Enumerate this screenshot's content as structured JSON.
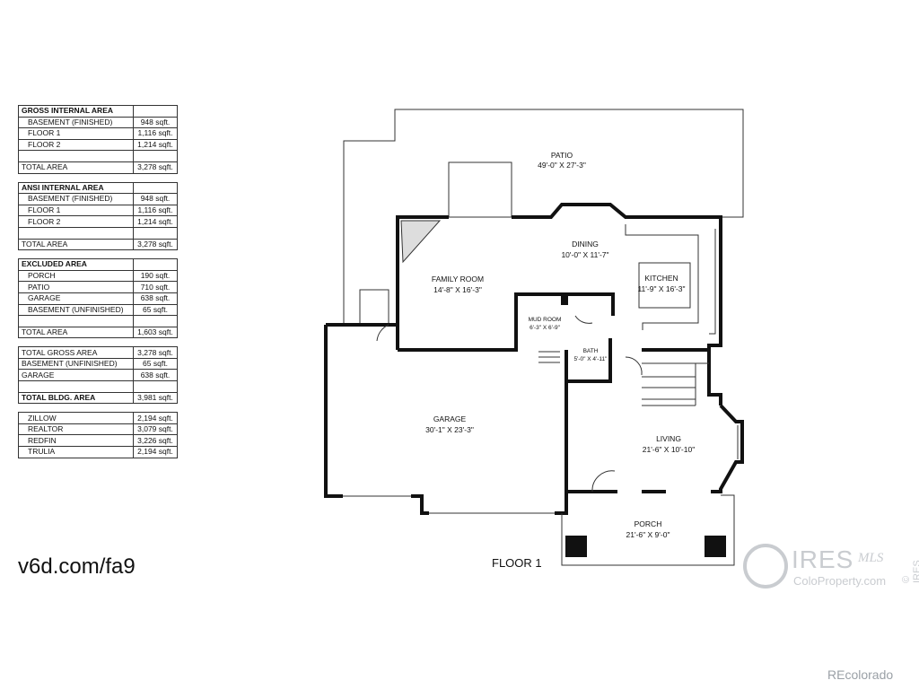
{
  "area_tables": {
    "gross": {
      "title": "GROSS INTERNAL AREA",
      "rows": [
        {
          "label": "BASEMENT (FINISHED)",
          "value": "948 sqft."
        },
        {
          "label": "FLOOR 1",
          "value": "1,116 sqft."
        },
        {
          "label": "FLOOR 2",
          "value": "1,214 sqft."
        }
      ],
      "total_label": "TOTAL AREA",
      "total_value": "3,278 sqft."
    },
    "ansi": {
      "title": "ANSI INTERNAL AREA",
      "rows": [
        {
          "label": "BASEMENT (FINISHED)",
          "value": "948 sqft."
        },
        {
          "label": "FLOOR 1",
          "value": "1,116 sqft."
        },
        {
          "label": "FLOOR 2",
          "value": "1,214 sqft."
        }
      ],
      "total_label": "TOTAL AREA",
      "total_value": "3,278 sqft."
    },
    "excluded": {
      "title": "EXCLUDED AREA",
      "rows": [
        {
          "label": "PORCH",
          "value": "190 sqft."
        },
        {
          "label": "PATIO",
          "value": "710 sqft."
        },
        {
          "label": "GARAGE",
          "value": "638 sqft."
        },
        {
          "label": "BASEMENT (UNFINISHED)",
          "value": "65 sqft."
        }
      ],
      "total_label": "TOTAL AREA",
      "total_value": "1,603 sqft."
    },
    "summary": {
      "rows": [
        {
          "label": "TOTAL GROSS AREA",
          "value": "3,278 sqft."
        },
        {
          "label": "BASEMENT (UNFINISHED)",
          "value": "65 sqft."
        },
        {
          "label": "GARAGE",
          "value": "638 sqft."
        }
      ],
      "total_label": "TOTAL BLDG. AREA",
      "total_value": "3,981 sqft."
    },
    "sites": {
      "rows": [
        {
          "label": "ZILLOW",
          "value": "2,194 sqft."
        },
        {
          "label": "REALTOR",
          "value": "3,079 sqft."
        },
        {
          "label": "REDFIN",
          "value": "3,226 sqft."
        },
        {
          "label": "TRULIA",
          "value": "2,194 sqft."
        }
      ]
    }
  },
  "rooms": {
    "patio": {
      "name": "PATIO",
      "dims": "49'-0\" X 27'-3\""
    },
    "dining": {
      "name": "DINING",
      "dims": "10'-0\" X 11'-7\""
    },
    "family": {
      "name": "FAMILY ROOM",
      "dims": "14'-8\" X 16'-3\""
    },
    "kitchen": {
      "name": "KITCHEN",
      "dims": "11'-9\" X 16'-3\""
    },
    "mud": {
      "name": "MUD ROOM",
      "dims": "6'-3\" X 6'-9\""
    },
    "bath": {
      "name": "BATH",
      "dims": "5'-0\" X 4'-11\""
    },
    "garage": {
      "name": "GARAGE",
      "dims": "30'-1\" X 23'-3\""
    },
    "living": {
      "name": "LIVING",
      "dims": "21'-6\" X 10'-10\""
    },
    "porch": {
      "name": "PORCH",
      "dims": "21'-6\" X 9'-0\""
    }
  },
  "floor_label": "FLOOR 1",
  "url": "v6d.com/fa9",
  "logo": {
    "brand": "IRES",
    "mls": "MLS",
    "site": "ColoProperty.com",
    "side": "© IRES",
    "icon": "house-circle-icon"
  },
  "credit": "REcolorado"
}
